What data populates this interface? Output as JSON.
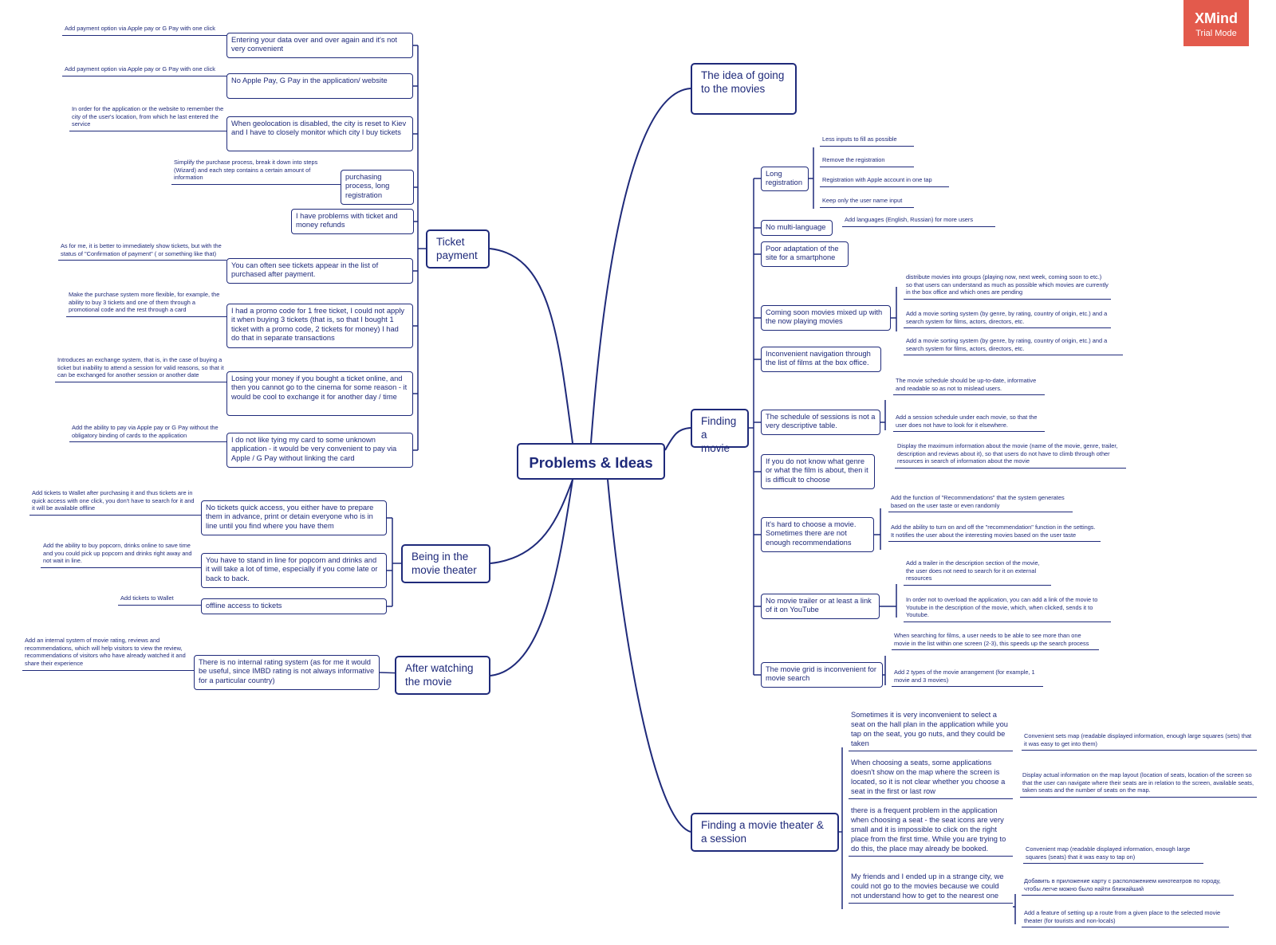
{
  "watermark": {
    "name": "XMind",
    "mode": "Trial Mode"
  },
  "central": "Problems & Ideas",
  "branches": {
    "idea": "The idea of going to the movies",
    "ticket": "Ticket payment",
    "theater": "Being in the movie theater",
    "after": "After watching the movie",
    "finding": "Finding a movie",
    "session": "Finding a movie theater & a session"
  },
  "ticket": [
    {
      "problem": "Entering your data over and over again and it's not very convenient",
      "idea": "Add payment option via Apple pay or G Pay with one click"
    },
    {
      "problem": "No Apple Pay, G Pay in the application/ website",
      "idea": "Add payment option via Apple pay or G Pay with one click"
    },
    {
      "problem": "When geolocation is disabled, the city is reset to Kiev and I have to closely monitor which city I buy tickets",
      "idea": "In order for the application or the website to remember the city of the user's location, from which he last entered the service"
    },
    {
      "problem": "purchasing process, long registration",
      "idea": "Simplify the purchase process, break it down into steps (Wizard) and each step contains a certain amount of information"
    },
    {
      "problem": "I have problems with ticket and money refunds"
    },
    {
      "problem": "You can often see tickets appear in the list of purchased after payment.",
      "idea": "As for me, it is better to immediately show tickets, but with the status of \"Confirmation of payment\" ( or something like that)"
    },
    {
      "problem": "I had a promo code for 1 free ticket, I could not apply it when buying 3 tickets (that is, so that I bought 1 ticket with a promo code, 2 tickets for money) I had do that in separate transactions",
      "idea": "Make the purchase system more flexible, for example, the ability to buy 3 tickets and one of them through a promotional code and the rest through a card"
    },
    {
      "problem": "Losing your money if you bought a ticket online, and then you cannot go to the cinema for some reason - it would be cool to exchange it for another day / time",
      "idea": "Introduces an exchange system, that is, in the case of buying a ticket but inability to attend a session for valid reasons, so that it can be exchanged for another session or another date"
    },
    {
      "problem": "I do not like tying my card to some unknown application - it would be very convenient to pay via Apple / G Pay without linking the card",
      "idea": "Add the ability to pay via Apple pay or G Pay without the obligatory binding of cards to the application"
    }
  ],
  "theater": [
    {
      "problem": "No tickets quick access, you either have to prepare them in advance, print or detain everyone who is in line until you find where you have them",
      "idea": "Add tickets to Wallet after purchasing it and thus tickets are in quick access with one click, you don't have to search for it and it will be available offline"
    },
    {
      "problem": "You have to stand in line for popcorn and drinks and it will take a lot of time, especially if you come late or back to back.",
      "idea": "Add the ability to buy popcorn, drinks online to save time and you could pick up popcorn and drinks right away and not wait in line."
    },
    {
      "problem": "offline access to tickets",
      "idea": "Add tickets to Wallet"
    }
  ],
  "after": [
    {
      "problem": "There is no internal rating system (as for me it would be useful, since IMBD rating is not always informative for a particular country)",
      "idea": "Add an internal system of movie rating, reviews and recommendations, which will help visitors to view the review, recommendations of visitors who have already watched it and share their experience"
    }
  ],
  "finding": [
    {
      "problem": "Long registration",
      "ideas": [
        "Less inputs to fill as possible",
        "Remove the registration",
        "Registration with Apple account in one tap",
        "Keep only the user name input"
      ]
    },
    {
      "problem": "No multi-language",
      "ideas": [
        "Add languages (English, Russian) for more users"
      ]
    },
    {
      "problem": "Poor adaptation of the site for a smartphone",
      "ideas": []
    },
    {
      "problem": "Coming soon movies mixed up with the now playing movies",
      "ideas": [
        "distribute movies into groups (playing now, next week, coming soon to etc.) so that users can understand as much as possible which movies are currently in the box office and which ones are pending",
        "Add a movie sorting system (by genre, by rating, country of origin, etc.) and a search system for films, actors, directors, etc."
      ]
    },
    {
      "problem": "Inconvenient navigation through the list of films at the box office.",
      "ideas": [
        "Add a movie sorting system (by genre, by rating, country of origin, etc.) and a search system for films, actors, directors, etc."
      ]
    },
    {
      "problem": "The schedule of sessions is not a very descriptive table.",
      "ideas": [
        "The movie schedule should be up-to-date, informative and readable so as not to mislead users.",
        "Add a session schedule under each movie, so that the user does not have to look for it elsewhere."
      ]
    },
    {
      "problem": "If you do not know what genre or what the film is about, then it is difficult to choose",
      "ideas": [
        "Display the maximum information about the movie (name of the movie, genre, trailer, description and reviews about it), so that users do not have to climb through other resources in search of information about the movie"
      ]
    },
    {
      "problem": "It's hard to choose a movie. Sometimes there are not enough recommendations",
      "ideas": [
        "Add the function of \"Recommendations\" that the system generates based on the user taste or even randomly",
        "Add the ability to turn on and off the \"recommendation\" function in the settings. It notifies the user about the interesting movies based on the user taste"
      ]
    },
    {
      "problem": "No movie trailer or at least a link of it on YouTube",
      "ideas": [
        "Add a trailer in the description section of the movie, the user does not need to search for it on external resources",
        "In order not to overload the application, you can add a link of the movie to Youtube in the description of the movie, which, when clicked, sends it to Youtube."
      ]
    },
    {
      "problem": "The movie grid is inconvenient for movie search",
      "ideas": [
        "When searching for films, a user needs to be able to see more than one movie in the list within one screen (2-3), this speeds up the search process",
        "Add 2 types of the movie arrangement (for example, 1 movie and 3 movies)"
      ]
    }
  ],
  "session": [
    {
      "problem": "Sometimes it is very inconvenient to select a seat on the hall plan in the application while you tap on the seat, you go nuts, and they could be taken",
      "ideas": [
        "Convenient sets map (readable displayed information, enough large squares (sets) that it was easy to get into them)"
      ]
    },
    {
      "problem": "When choosing a seats, some applications doesn't show on the map where the screen is located, so it is not clear whether you choose a seat in the first or last row",
      "ideas": [
        "Display actual information on the map layout (location of seats, location of the screen so that the user can navigate where their seats are in relation to the screen, available seats, taken seats and the number of seats on the map."
      ]
    },
    {
      "problem": "there is a frequent problem in the application when choosing a seat - the seat icons are very small and it is impossible to click on the right place from the first time. While you are trying to do this, the place may already be booked.",
      "ideas": [
        "Convenient map (readable displayed information, enough large squares (seats) that it was easy to tap on)"
      ]
    },
    {
      "problem": "My friends and I ended up in a strange city, we could not go to the movies because we could not understand how to get to the nearest one",
      "ideas": [
        "Добавить в приложение карту с расположением кинотеатров по городу, чтобы легче можно было найти ближайший",
        "Add a feature of setting up a route from a given place to the selected movie theater (for tourists and non-locals)"
      ]
    }
  ]
}
